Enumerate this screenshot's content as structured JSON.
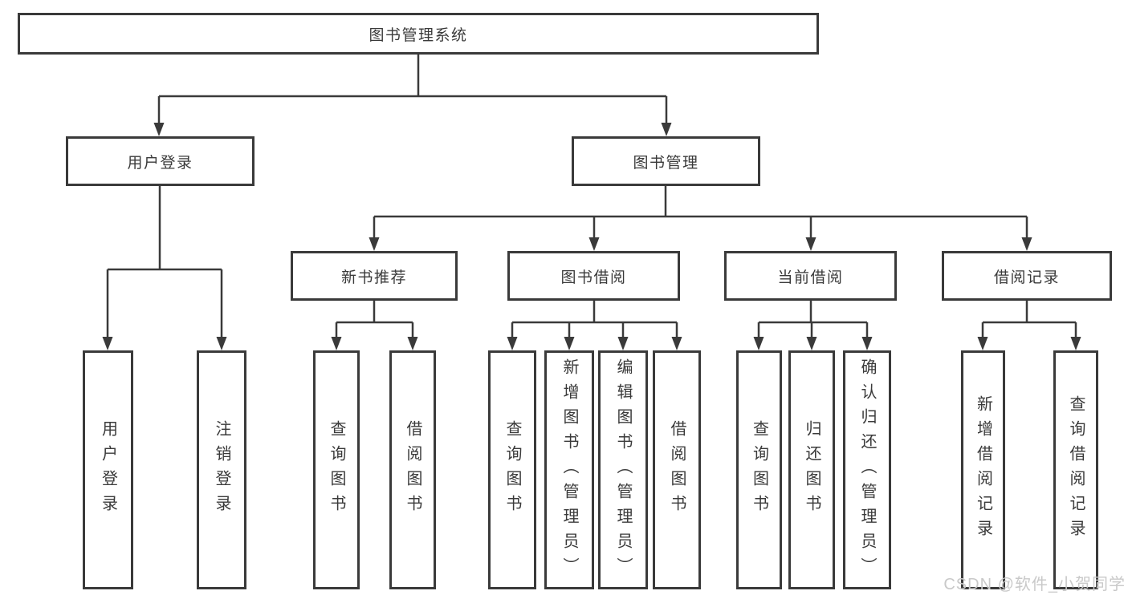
{
  "tree": {
    "label": "图书管理系统",
    "children": [
      {
        "label": "用户登录",
        "children": [
          {
            "label": "用户登录"
          },
          {
            "label": "注销登录"
          }
        ]
      },
      {
        "label": "图书管理",
        "children": [
          {
            "label": "新书推荐",
            "children": [
              {
                "label": "查询图书"
              },
              {
                "label": "借阅图书"
              }
            ]
          },
          {
            "label": "图书借阅",
            "children": [
              {
                "label": "查询图书"
              },
              {
                "label": "新增图书（管理员）"
              },
              {
                "label": "编辑图书（管理员）"
              },
              {
                "label": "借阅图书"
              }
            ]
          },
          {
            "label": "当前借阅",
            "children": [
              {
                "label": "查询图书"
              },
              {
                "label": "归还图书"
              },
              {
                "label": "确认归还（管理员）"
              }
            ]
          },
          {
            "label": "借阅记录",
            "children": [
              {
                "label": "新增借阅记录"
              },
              {
                "label": "查询借阅记录"
              }
            ]
          }
        ]
      }
    ]
  },
  "watermark": {
    "text": "CSDN @软件_小贺同学"
  },
  "colors": {
    "line": "#3a3a3a",
    "text": "#3a3a3a",
    "box_background": "#ffffff",
    "page_background": "#ffffff",
    "watermark": "#c9c9c9"
  }
}
